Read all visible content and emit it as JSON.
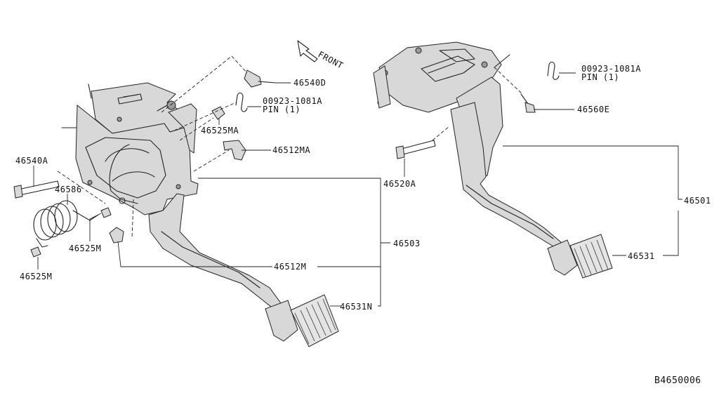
{
  "diagram_id": "B4650006",
  "front_label": "FRONT",
  "labels": {
    "p46540D": "46540D",
    "p00923_left": "00923-1081A",
    "pin_left": "PIN (1)",
    "p46525MA": "46525MA",
    "p46512MA": "46512MA",
    "p46540A": "46540A",
    "p46586": "46586",
    "p46525M_a": "46525M",
    "p46525M_b": "46525M",
    "p46503": "46503",
    "p46512M": "46512M",
    "p46531N": "46531N",
    "p00923_right": "00923-1081A",
    "pin_right": "PIN (1)",
    "p46560E": "46560E",
    "p46520A": "46520A",
    "p46501": "46501",
    "p46531": "46531"
  }
}
